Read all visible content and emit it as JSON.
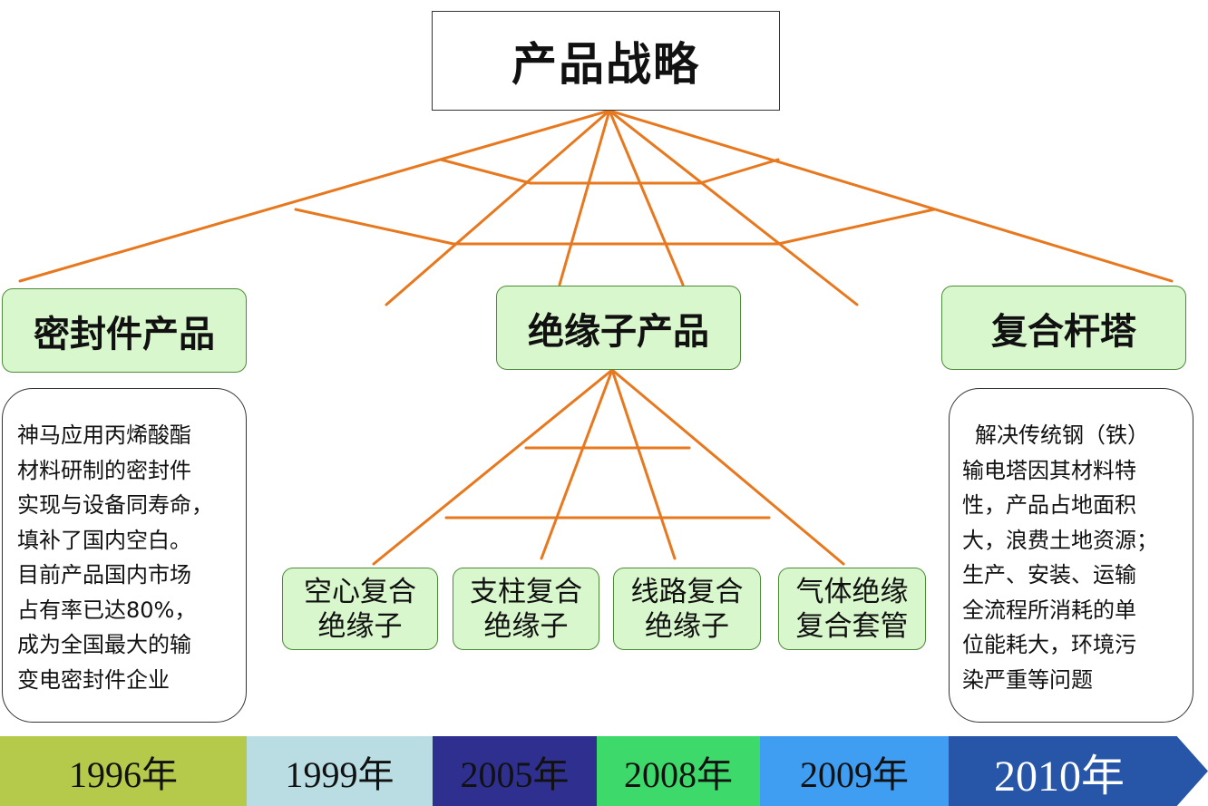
{
  "title": "产品战略",
  "categories": {
    "seal": "密封件产品",
    "insulator": "绝缘子产品",
    "tower": "复合杆塔"
  },
  "sub_products": [
    {
      "line1": "空心复合",
      "line2": "绝缘子"
    },
    {
      "line1": "支柱复合",
      "line2": "绝缘子"
    },
    {
      "line1": "线路复合",
      "line2": "绝缘子"
    },
    {
      "line1": "气体绝缘",
      "line2": "复合套管"
    }
  ],
  "notes": {
    "seal": [
      "神马应用丙烯酸酯",
      "材料研制的密封件",
      "实现与设备同寿命，",
      "填补了国内空白。",
      "目前产品国内市场",
      "占有率已达80%，",
      "成为全国最大的输",
      "变电密封件企业"
    ],
    "tower": [
      "解决传统钢（铁）",
      "输电塔因其材料特",
      "性，产品占地面积",
      "大，浪费土地资源；",
      "生产、安装、运输",
      "全流程所消耗的单",
      "位能耗大，环境污",
      "染严重等问题"
    ]
  },
  "timeline": [
    {
      "label": "1996年",
      "color": "#b5c94a",
      "text_color": "#111111"
    },
    {
      "label": "1999年",
      "color": "#b9dde2",
      "text_color": "#111111"
    },
    {
      "label": "2005年",
      "color": "#2e2f8e",
      "text_color": "#111111"
    },
    {
      "label": "2008年",
      "color": "#3dd96b",
      "text_color": "#111111"
    },
    {
      "label": "2009年",
      "color": "#3f9df2",
      "text_color": "#111111"
    },
    {
      "label": "2010年",
      "color": "#2755a8",
      "text_color": "#ffffff"
    }
  ],
  "colors": {
    "connector_lines": "#e8781e",
    "category_fill": "#d8f7cc",
    "category_border": "#4f8a3a"
  }
}
